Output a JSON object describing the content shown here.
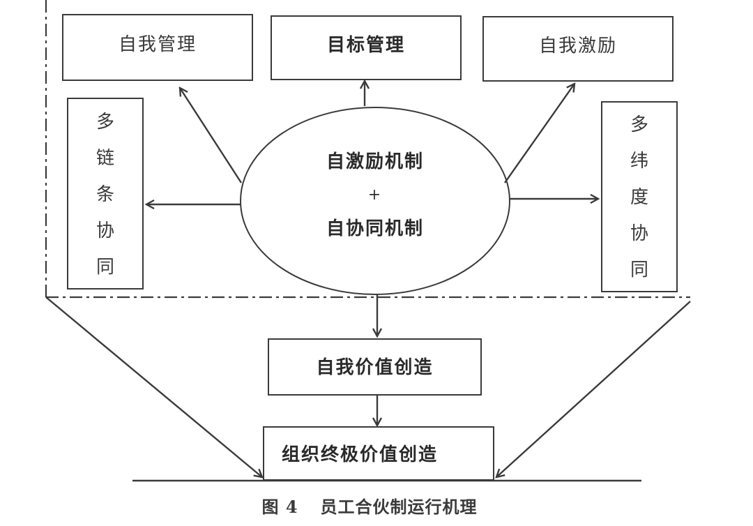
{
  "nodes": {
    "self_management": "自我管理",
    "goal_management": "目标管理",
    "self_motivation": "自我激励",
    "multi_chain_collaboration": [
      "多",
      "链",
      "条",
      "协",
      "同"
    ],
    "multi_dimension_collaboration": [
      "多",
      "纬",
      "度",
      "协",
      "同"
    ],
    "core_mechanism": {
      "line1": "自激励机制",
      "plus": "+",
      "line2": "自协同机制"
    },
    "self_value_creation": "自我价值创造",
    "org_ultimate_value_creation": "组织终极价值创造"
  },
  "caption": {
    "figure_number": "图 4",
    "title": "员工合伙制运行机理"
  },
  "colors": {
    "stroke": "#3a3a3a",
    "text": "#333333",
    "background": "#ffffff"
  }
}
